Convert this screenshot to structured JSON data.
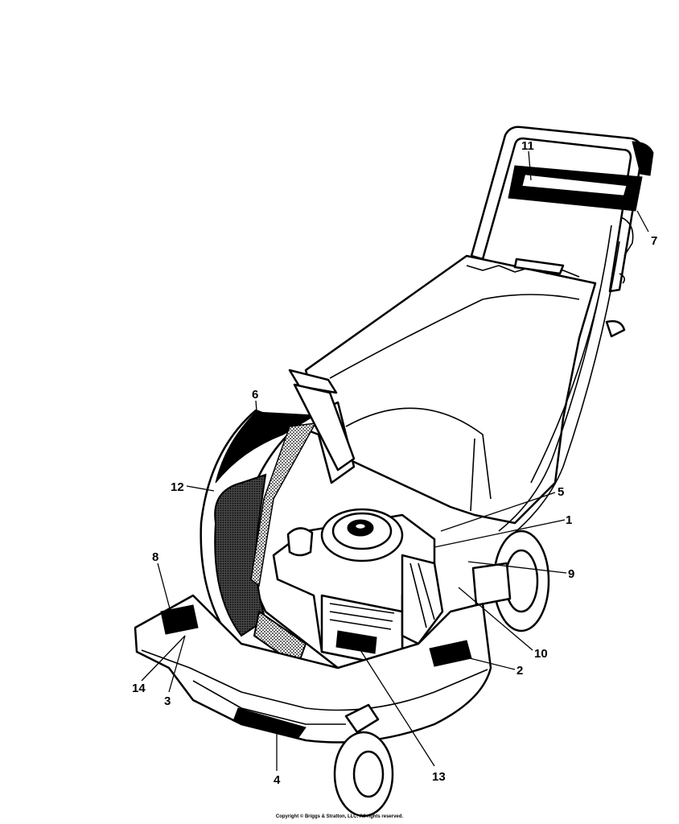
{
  "callouts": [
    {
      "id": "11",
      "label": "11"
    },
    {
      "id": "7",
      "label": "7"
    },
    {
      "id": "6",
      "label": "6"
    },
    {
      "id": "12",
      "label": "12"
    },
    {
      "id": "5",
      "label": "5"
    },
    {
      "id": "1",
      "label": "1"
    },
    {
      "id": "9",
      "label": "9"
    },
    {
      "id": "8",
      "label": "8"
    },
    {
      "id": "10",
      "label": "10"
    },
    {
      "id": "2",
      "label": "2"
    },
    {
      "id": "14",
      "label": "14"
    },
    {
      "id": "3",
      "label": "3"
    },
    {
      "id": "13",
      "label": "13"
    },
    {
      "id": "4",
      "label": "4"
    }
  ],
  "footer": {
    "copyright": "Copyright © Briggs & Stratton, LLC. All rights reserved."
  }
}
